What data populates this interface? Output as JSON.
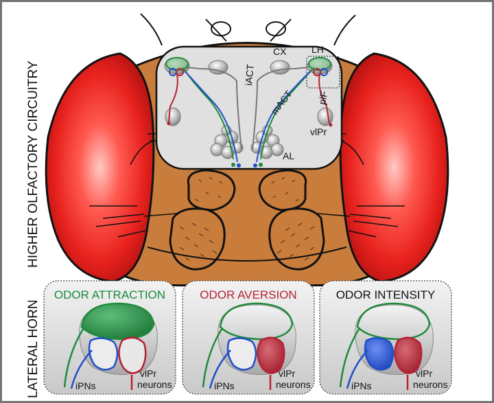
{
  "side_labels": {
    "upper": "HIGHER OLFACTORY CIRCUITRY",
    "lower": "LATERAL HORN"
  },
  "brain_labels": {
    "cx": "CX",
    "lh": "LH",
    "iact": "iACT",
    "mact": "mACT",
    "plf": "plF",
    "vlpr": "vlPr",
    "al": "AL"
  },
  "panels": [
    {
      "title": "ODOR ATTRACTION",
      "title_color": "#178a3a",
      "ipns": "iPNs",
      "vlpr": "vlPr",
      "neurons": "neurons"
    },
    {
      "title": "ODOR AVERSION",
      "title_color": "#b52235",
      "ipns": "iPNs",
      "vlpr": "vlPr",
      "neurons": "neurons"
    },
    {
      "title": "ODOR INTENSITY",
      "title_color": "#111111",
      "ipns": "iPNs",
      "vlpr": "vlPr",
      "neurons": "neurons"
    }
  ],
  "colors": {
    "background": "#747474",
    "head": "#c97d3c",
    "eye": "#e0201e",
    "green_tract": "#1f8a3a",
    "blue_tract": "#1f4fc8",
    "red_neuron": "#b52235"
  }
}
